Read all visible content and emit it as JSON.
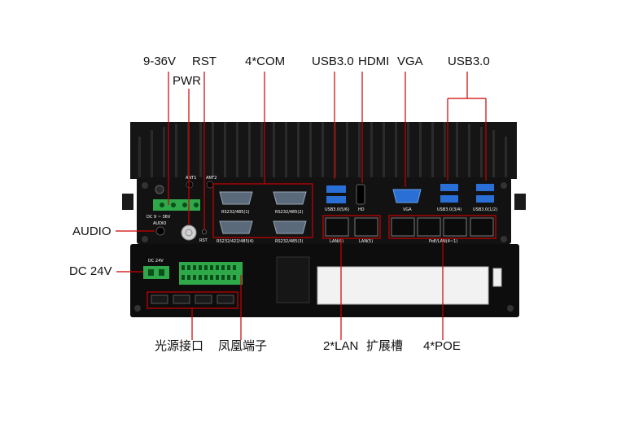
{
  "labels": {
    "power_in": "9-36V",
    "rst": "RST",
    "pwr": "PWR",
    "com": "4*COM",
    "usb30_left": "USB3.0",
    "hdmi": "HDMI",
    "vga": "VGA",
    "usb30_right": "USB3.0",
    "audio": "AUDIO",
    "dc24": "DC 24V",
    "optical": "光源接口",
    "phoenix": "凤凰端子",
    "lan2": "2*LAN",
    "expansion": "扩展槽",
    "poe4": "4*POE"
  },
  "silkscreen": {
    "ant1": "ANT1",
    "ant2": "ANT2",
    "dc_in": "DC 9 ~ 36V",
    "audio": "AUDIO",
    "rst": "RST",
    "com1": "RS232/485(1)",
    "com2": "RS232/485(2)",
    "com4": "RS232/422/485(4)",
    "com3": "RS232/485(3)",
    "usb56": "USB3.0(5/6)",
    "hd": "HD",
    "vga": "VGA",
    "usb34": "USB3.0(3/4)",
    "usb12": "USB3.0(1/2)",
    "lan6": "LAN(6)",
    "lan5": "LAN(5)",
    "poe_lan": "PoE/LAN(4~1)",
    "dc24": "DC 24V"
  },
  "colors": {
    "callout": "#cc0000",
    "chassis": "#121212",
    "port_blue": "#2a6fd6",
    "terminal_green": "#2fa84a"
  }
}
